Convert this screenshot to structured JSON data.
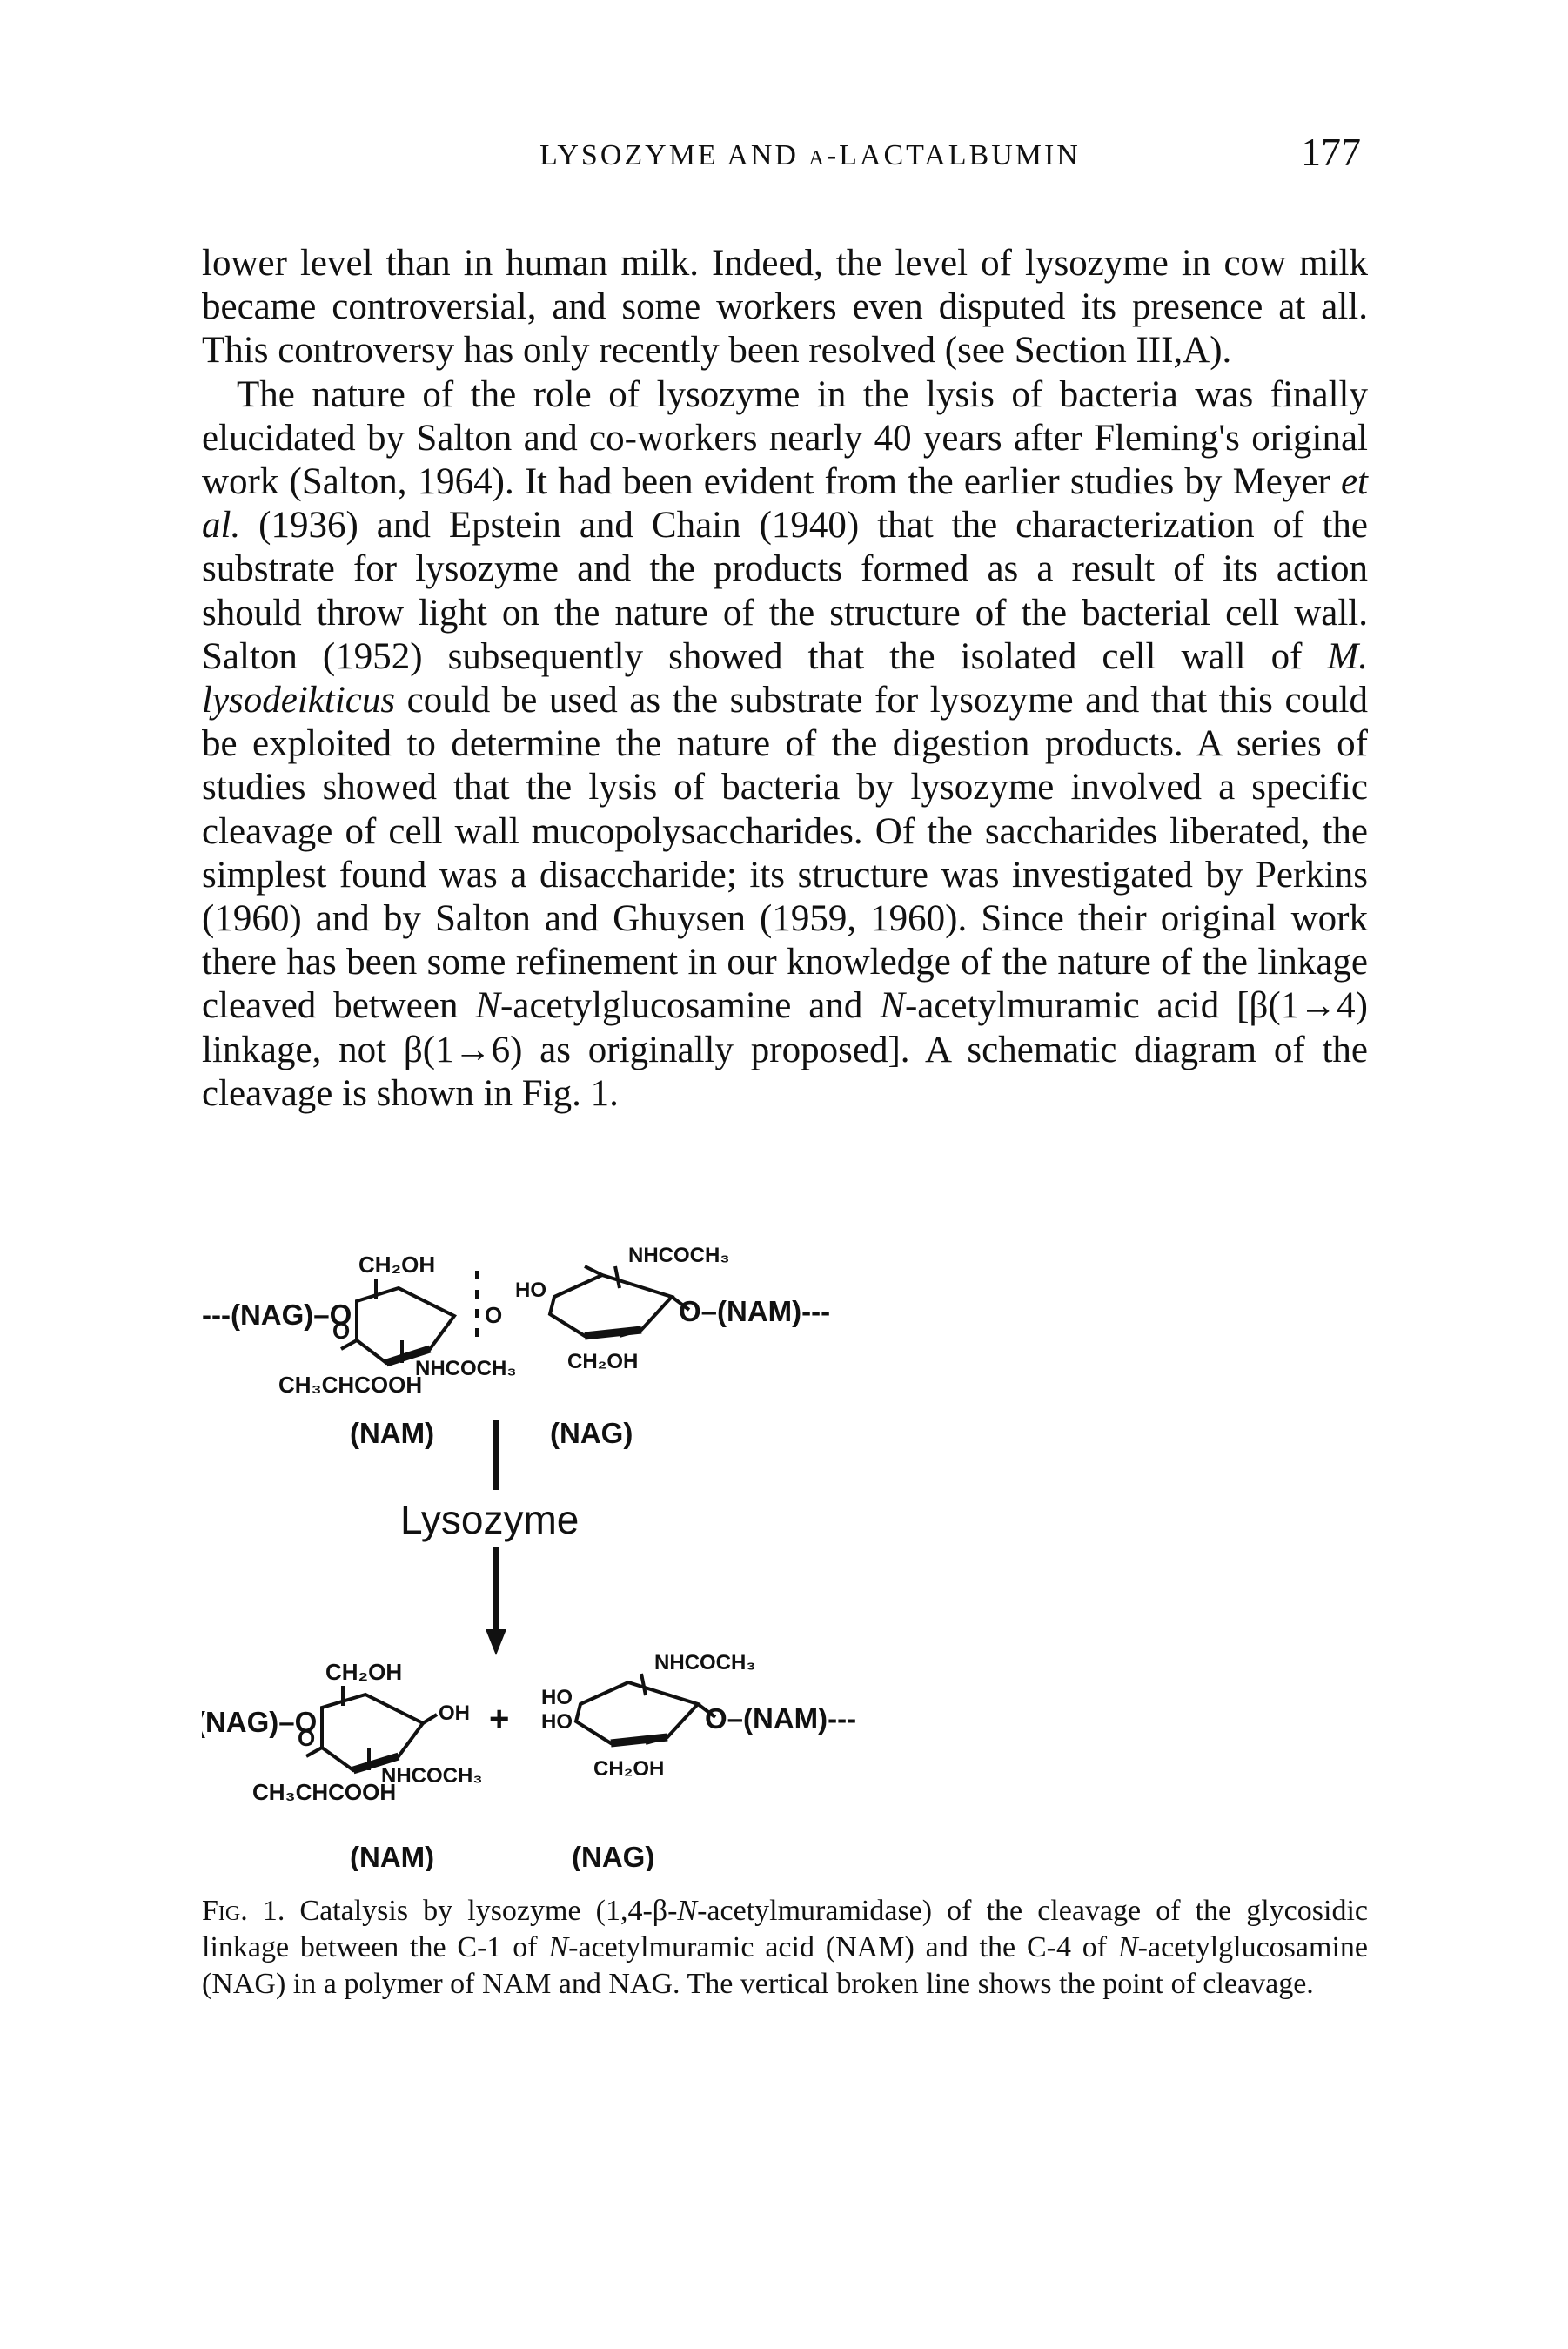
{
  "header": {
    "running_title": "LYSOZYME AND α-LACTALBUMIN",
    "page_number": "177"
  },
  "body": {
    "p1": "lower level than in human milk. Indeed, the level of lysozyme in cow milk became controversial, and some workers even disputed its presence at all. This controversy has only recently been resolved (see Section III,A).",
    "p2_a": "The nature of the role of lysozyme in the lysis of bacteria was finally elucidated by Salton and co-workers nearly 40 years after Fleming's original work (Salton, 1964). It had been evident from the earlier studies by Meyer ",
    "p2_etal": "et al.",
    "p2_b": " (1936) and Epstein and Chain (1940) that the characterization of the substrate for lysozyme and the products formed as a result of its action should throw light on the nature of the structure of the bacterial cell wall. Salton (1952) subsequently showed that the isolated cell wall of ",
    "p2_species": "M. lysodeikticus",
    "p2_c": " could be used as the substrate for lysozyme and that this could be exploited to determine the nature of the digestion products. A series of studies showed that the lysis of bacteria by lysozyme involved a specific cleavage of cell wall mucopolysaccharides. Of the saccharides liberated, the simplest found was a disaccharide; its structure was investigated by Perkins (1960) and by Salton and Ghuysen (1959, 1960). Since their original work there has been some refinement in our knowledge of the nature of the linkage cleaved between ",
    "p2_n1": "N",
    "p2_d": "-acetylglucosamine and ",
    "p2_n2": "N",
    "p2_e": "-acetylmuramic acid [β(1→4) linkage, not β(1→6) as originally proposed]. A schematic diagram of the cleavage is shown in Fig. 1."
  },
  "figure": {
    "top": {
      "left_chain": "---(NAG)–O",
      "right_chain": "O–(NAM)---",
      "ring1_ch2oh": "CH₂OH",
      "ring1_o_lower": "O",
      "ring1_side": "CH₃CHCOOH",
      "ring1_nhcoch3": "NHCOCH₃",
      "bridge_o": "O",
      "ring2_ho": "HO",
      "ring2_nhcoch3": "NHCOCH₃",
      "ring2_ch2oh": "CH₂OH",
      "label_left": "(NAM)",
      "label_right": "(NAG)"
    },
    "enzyme": "Lysozyme",
    "bottom": {
      "left_chain": "---(NAG)–O",
      "right_chain": "O–(NAM)---",
      "ring1_ch2oh": "CH₂OH",
      "ring1_oh": "OH",
      "ring1_o_lower": "O",
      "ring1_side": "CH₃CHCOOH",
      "ring1_nhcoch3": "NHCOCH₃",
      "plus": "+",
      "ring2_ho_top": "HO",
      "ring2_ho_bottom": "HO",
      "ring2_nhcoch3": "NHCOCH₃",
      "ring2_ch2oh": "CH₂OH",
      "label_left": "(NAM)",
      "label_right": "(NAG)"
    }
  },
  "caption": {
    "label": "Fig. 1.",
    "a": " Catalysis by lysozyme (1,4-β-",
    "n1": "N",
    "b": "-acetylmuramidase) of the cleavage of the glycosidic linkage between the C-1 of ",
    "n2": "N",
    "c": "-acetylmuramic acid (NAM) and the C-4 of ",
    "n3": "N",
    "d": "-acetylglucosamine (NAG) in a polymer of NAM and NAG. The vertical broken line shows the point of cleavage."
  }
}
